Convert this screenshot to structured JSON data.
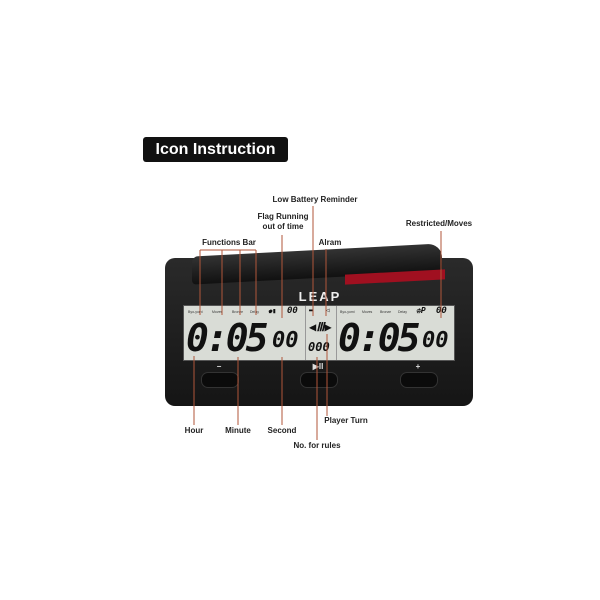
{
  "title": "Icon Instruction",
  "labels": {
    "low_battery": "Low Battery Reminder",
    "flag": "Flag Running",
    "flag2": "out of time",
    "functions": "Functions Bar",
    "alarm": "Alram",
    "restricted": "Restricted/Moves",
    "hour": "Hour",
    "minute": "Minute",
    "second": "Second",
    "player_turn": "Player Turn",
    "rules": "No. for rules"
  },
  "clock": {
    "brand": "LEAP",
    "functions": [
      "Byo-yomi",
      "Moves",
      "Bronze",
      "Delay"
    ],
    "left": {
      "time": "0:05",
      "seconds": "00",
      "moves": "00"
    },
    "right": {
      "time": "0:05",
      "seconds": "00",
      "moves": "00"
    },
    "rules": "000",
    "buttons": {
      "minus": "−",
      "play": "▶II",
      "plus": "+"
    }
  },
  "colors": {
    "accent_red": "#a01020",
    "leader_line": "#b0563a"
  }
}
